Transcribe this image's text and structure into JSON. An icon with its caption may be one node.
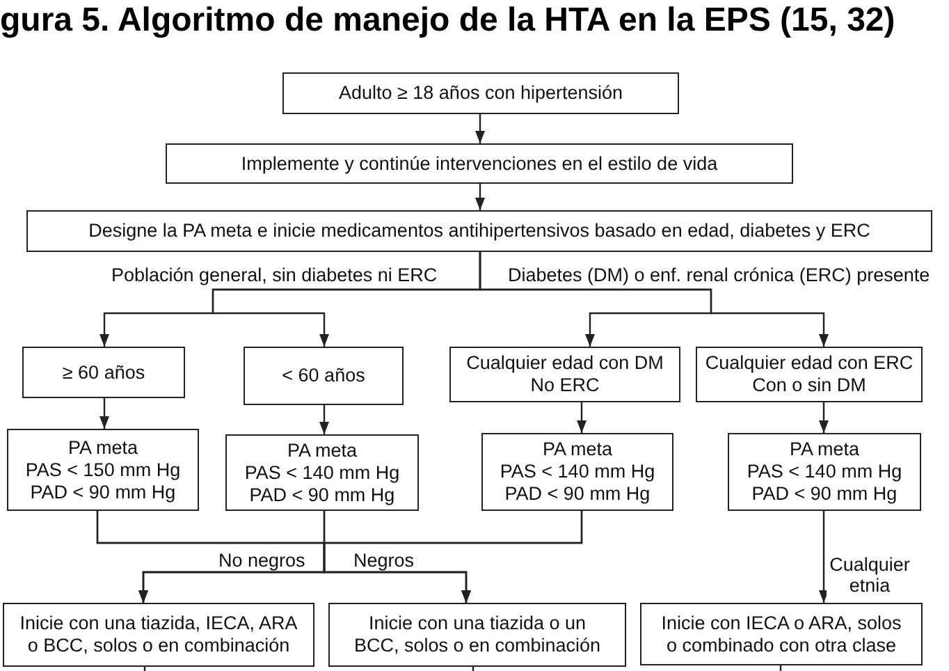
{
  "diagram": {
    "title": "gura 5. Algoritmo de manejo de la HTA en la EPS (15, 32)",
    "nodes": [
      {
        "text": [
          "Adulto ≥ 18 años con hipertensión"
        ]
      },
      {
        "text": [
          "Implemente y continúe intervenciones en el estilo de vida"
        ]
      },
      {
        "text": [
          "Designe la PA meta e inicie medicamentos antihipertensivos basado en edad, diabetes y ERC"
        ]
      },
      {
        "text": [
          "≥ 60 años"
        ]
      },
      {
        "text": [
          "< 60 años"
        ]
      },
      {
        "text": [
          "Cualquier edad con DM",
          "No ERC"
        ]
      },
      {
        "text": [
          "Cualquier edad con ERC",
          "Con o sin DM"
        ]
      },
      {
        "text": [
          "PA meta",
          "PAS < 150 mm Hg",
          "PAD < 90 mm Hg"
        ]
      },
      {
        "text": [
          "PA meta",
          "PAS < 140 mm Hg",
          "PAD < 90 mm Hg"
        ]
      },
      {
        "text": [
          "PA meta",
          "PAS < 140 mm Hg",
          "PAD < 90 mm Hg"
        ]
      },
      {
        "text": [
          "PA meta",
          "PAS < 140 mm Hg",
          "PAD < 90 mm Hg"
        ]
      },
      {
        "text": [
          "Inicie con una tiazida, IECA, ARA o BCC, solos o en combinación"
        ]
      },
      {
        "text": [
          "Inicie con una tiazida o un BCC, solos o en combinación"
        ]
      },
      {
        "text": [
          "Inicie con IECA o ARA, solos o combinado con otra clase"
        ]
      }
    ],
    "edges": [
      {
        "from": 0,
        "to": 1,
        "arrow": "to"
      },
      {
        "from": 1,
        "to": 2,
        "arrow": "to"
      },
      {
        "from": 2,
        "to": 3,
        "arrow": "to",
        "label": "Población general, sin diabetes ni ERC"
      },
      {
        "from": 2,
        "to": 4,
        "arrow": "to"
      },
      {
        "from": 2,
        "to": 5,
        "arrow": "to",
        "label": "Diabetes (DM) o enf. renal crónica (ERC) presente"
      },
      {
        "from": 2,
        "to": 6,
        "arrow": "to"
      },
      {
        "from": 3,
        "to": 7,
        "arrow": "to"
      },
      {
        "from": 4,
        "to": 8,
        "arrow": "to"
      },
      {
        "from": 5,
        "to": 9,
        "arrow": "to"
      },
      {
        "from": 6,
        "to": 10,
        "arrow": "to"
      },
      {
        "from": 7,
        "to": 11,
        "arrow": "to"
      },
      {
        "from": 7,
        "to": 12,
        "arrow": "to"
      },
      {
        "from": 8,
        "to": 11,
        "arrow": "to",
        "label": "No negros"
      },
      {
        "from": 8,
        "to": 12,
        "arrow": "to",
        "label": "Negros"
      },
      {
        "from": 9,
        "to": 11,
        "arrow": "to"
      },
      {
        "from": 9,
        "to": 12,
        "arrow": "to"
      },
      {
        "from": 10,
        "to": 13,
        "arrow": "to",
        "label": "Cualquier etnia"
      },
      {
        "from": 11,
        "to": null,
        "arrow": "none"
      },
      {
        "from": 12,
        "to": null,
        "arrow": "none"
      },
      {
        "from": 13,
        "to": null,
        "arrow": "none"
      }
    ]
  }
}
